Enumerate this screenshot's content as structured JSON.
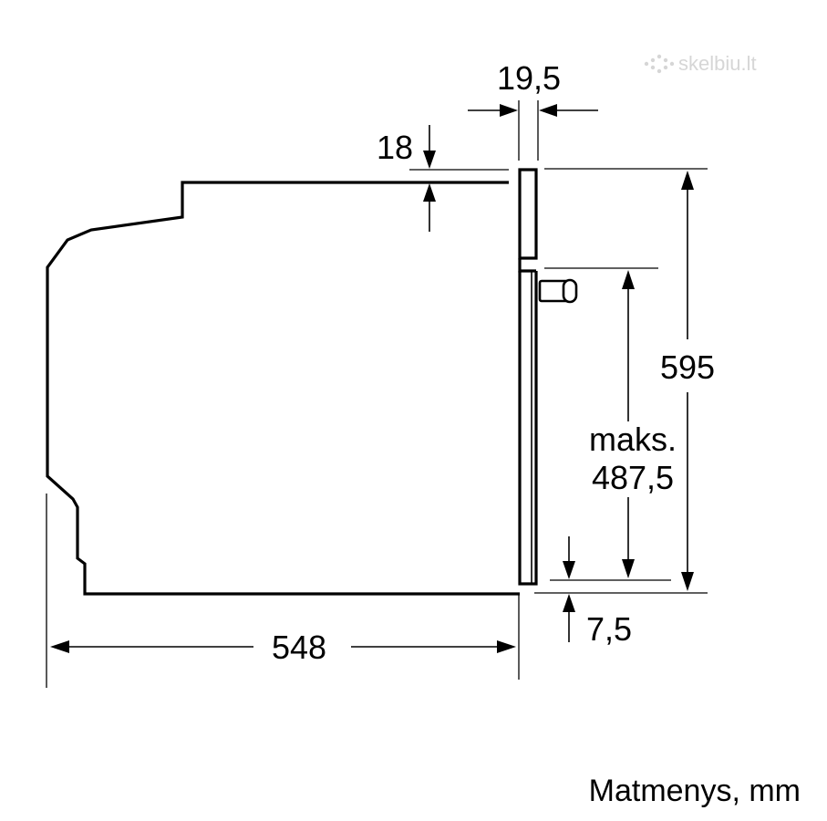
{
  "watermark": {
    "text": "skelbiu.lt"
  },
  "dimensions": {
    "top_panel_width": "19,5",
    "top_gap": "18",
    "overall_height": "595",
    "max_label": "maks.",
    "max_height": "487,5",
    "bottom_offset": "7,5",
    "depth": "548"
  },
  "caption": "Matmenys, mm",
  "colors": {
    "line": "#000000",
    "background": "#ffffff",
    "watermark": "#d6d6d6"
  }
}
